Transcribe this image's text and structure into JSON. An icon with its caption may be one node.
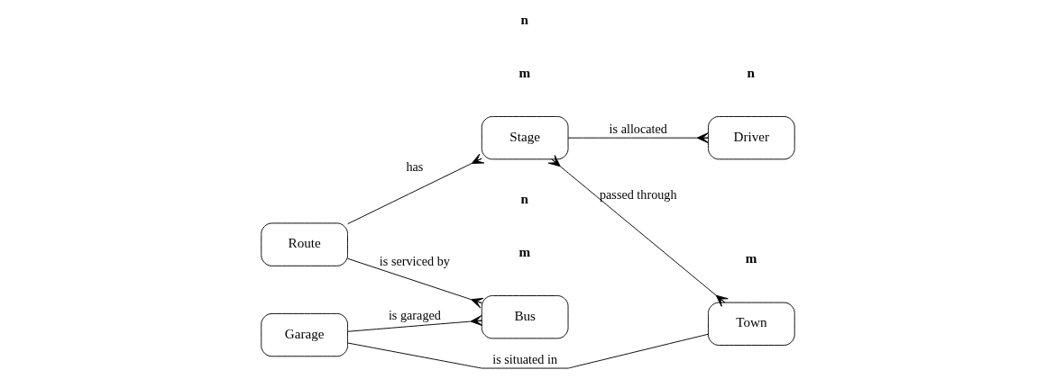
{
  "diagram": {
    "nodes": [
      {
        "text": [
          "Bus"
        ]
      },
      {
        "text": [
          "Route"
        ]
      },
      {
        "text": [
          "Garage"
        ]
      },
      {
        "text": [
          "Stage"
        ]
      },
      {
        "text": [
          "Driver"
        ]
      },
      {
        "text": [
          "Town"
        ]
      }
    ],
    "edges": [
      {
        "from": 2,
        "to": 0,
        "arrow": "other",
        "label": "is garaged"
      },
      {
        "from": 1,
        "to": 0,
        "arrow": "other",
        "label": "is serviced by"
      },
      {
        "from": 1,
        "to": 3,
        "arrow": "other",
        "label": "has"
      },
      {
        "from": 3,
        "to": 4,
        "arrow": "other",
        "label": "is allocated"
      },
      {
        "from": 2,
        "to": 5,
        "arrow": "none",
        "label": "is situated in"
      },
      {
        "from": 3,
        "to": 5,
        "arrow": "other",
        "label": "passed through"
      }
    ],
    "labels": [
      "m",
      "n",
      "m",
      "n",
      "m",
      "n"
    ]
  }
}
